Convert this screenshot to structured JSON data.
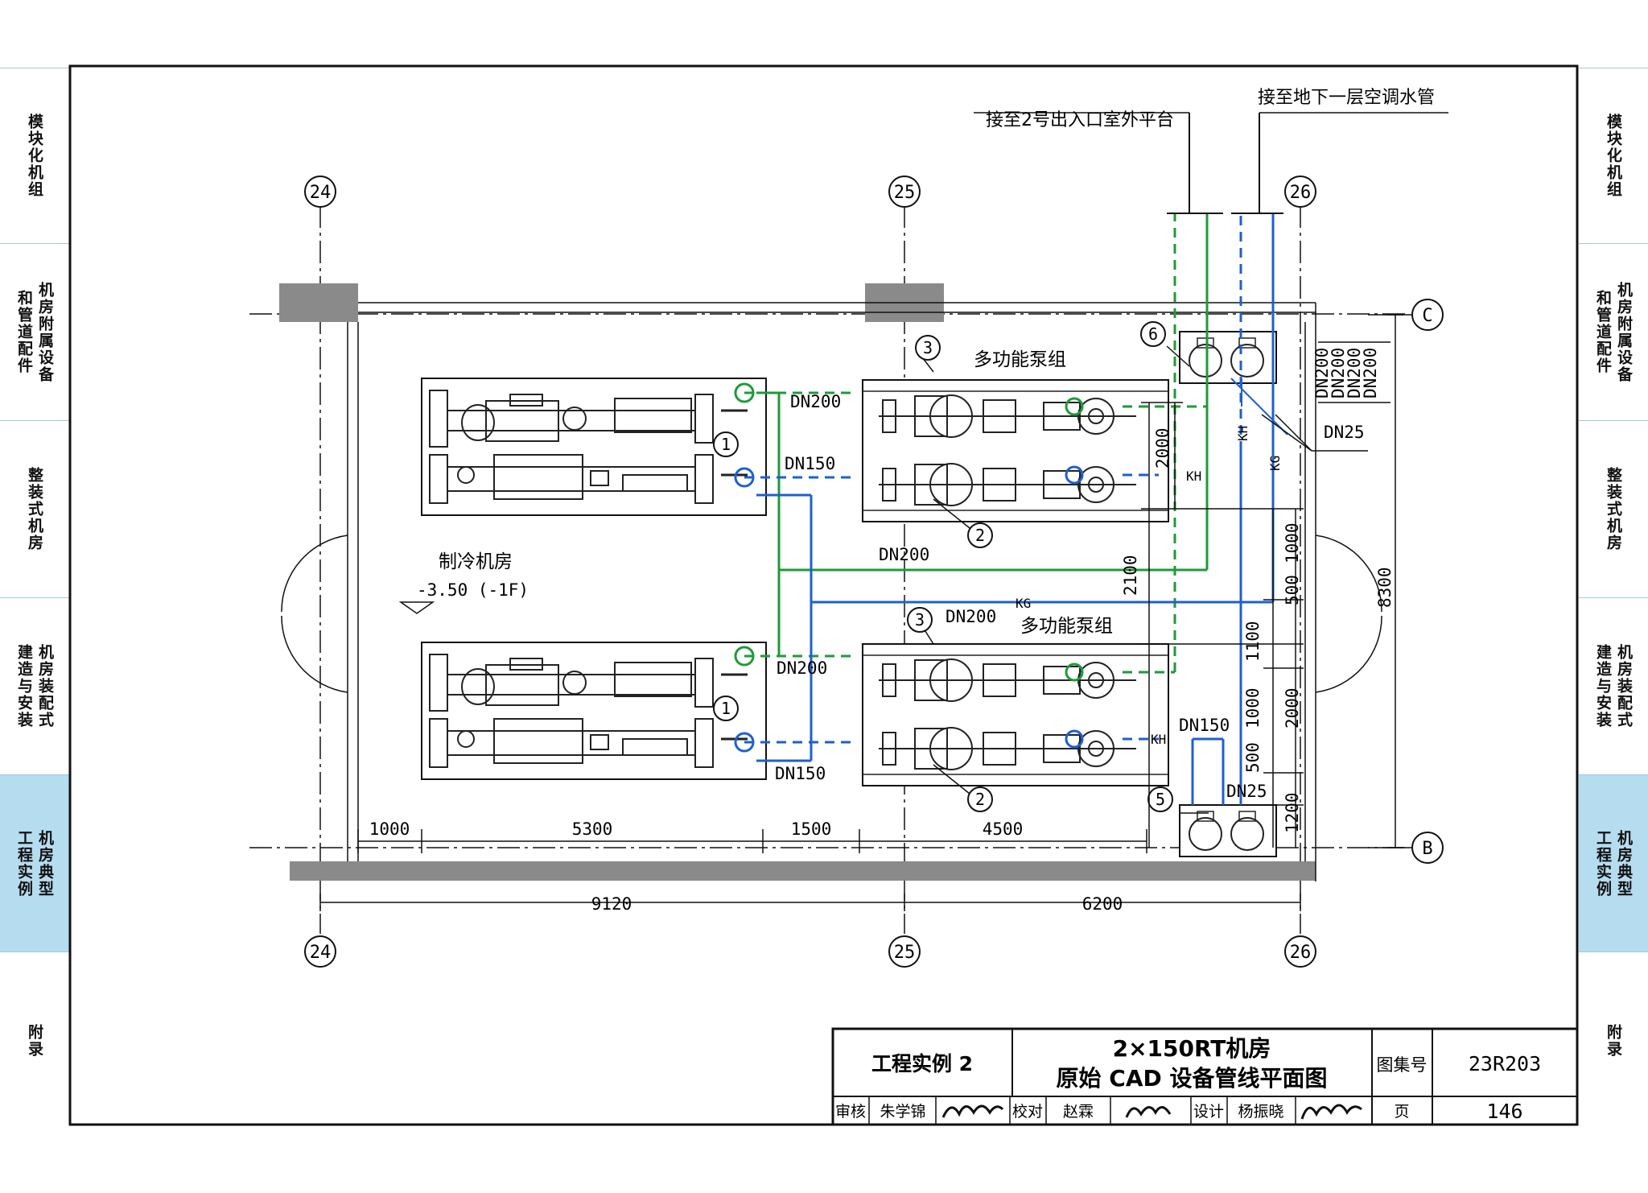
{
  "tabs": [
    {
      "id": "modular",
      "lines": [
        "模块化机组"
      ],
      "active": false
    },
    {
      "id": "fittings",
      "lines": [
        "机房附属设备",
        "和管道配件"
      ],
      "active": false
    },
    {
      "id": "integrated",
      "lines": [
        "整装式机房"
      ],
      "active": false
    },
    {
      "id": "assembly",
      "lines": [
        "机房装配式",
        "建造与安装"
      ],
      "active": false
    },
    {
      "id": "cases",
      "lines": [
        "机房典型",
        "工程实例"
      ],
      "active": true
    },
    {
      "id": "appendix",
      "lines": [
        "附录"
      ],
      "active": false
    }
  ],
  "drawing": {
    "axes": {
      "a24": "24",
      "a25": "25",
      "a26": "26",
      "rowC": "C",
      "rowB": "B"
    },
    "notes": {
      "outdoor_platform": "接至2号出入口室外平台",
      "b1_ac_pipe": "接至地下一层空调水管"
    },
    "room": {
      "name": "制冷机房",
      "level": "-3.50 (-1F)"
    },
    "pump_group_label": "多功能泵组",
    "pipe_labels": {
      "dn200": "DN200",
      "dn150": "DN150",
      "dn25": "DN25",
      "kh": "KH",
      "kg": "KG"
    },
    "callouts": {
      "c1": "1",
      "c2": "2",
      "c3": "3",
      "c5": "5",
      "c6": "6"
    },
    "dims_bottom": {
      "d1": "1000",
      "d2": "5300",
      "d3": "1500",
      "d4": "4500",
      "d5": "9120",
      "d6": "6200"
    },
    "dims_right": {
      "d2000": "2000",
      "d2100": "2100",
      "d1000": "1000",
      "d500": "500",
      "d1100": "1100",
      "d1200": "1200",
      "d8300": "8300"
    },
    "colors": {
      "green": "#1e9a3a",
      "blue": "#1f5fd0",
      "column": "#8a8a8a"
    }
  },
  "title_block": {
    "project": "工程实例 2",
    "title_line1": "2×150RT机房",
    "title_line2": "原始 CAD 设备管线平面图",
    "atlas_label": "图集号",
    "atlas_no": "23R203",
    "review_label": "审核",
    "review_name": "朱学锦",
    "check_label": "校对",
    "check_name": "赵霖",
    "design_label": "设计",
    "design_name": "杨振晓",
    "page_label": "页",
    "page_no": "146"
  }
}
